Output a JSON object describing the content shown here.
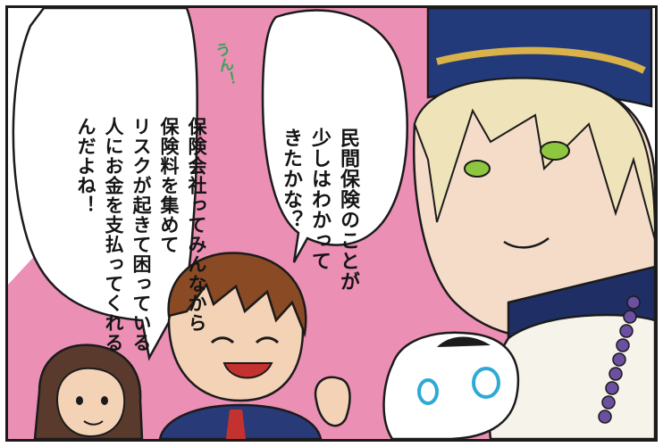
{
  "speech_bubbles": {
    "guide": [
      "民間保険のことが",
      "少しはわかって",
      "きたかな？"
    ],
    "narration": [
      "保険会社ってみんなから",
      "保険料を集めて",
      "リスクが起きて困っている",
      "人にお金を支払ってくれる",
      "んだよね！"
    ],
    "reaction": "うん！"
  },
  "colors": {
    "background_pink": "#ec8fb4",
    "panel_border": "#1b1b1b",
    "reaction_green": "#3aa35a"
  }
}
